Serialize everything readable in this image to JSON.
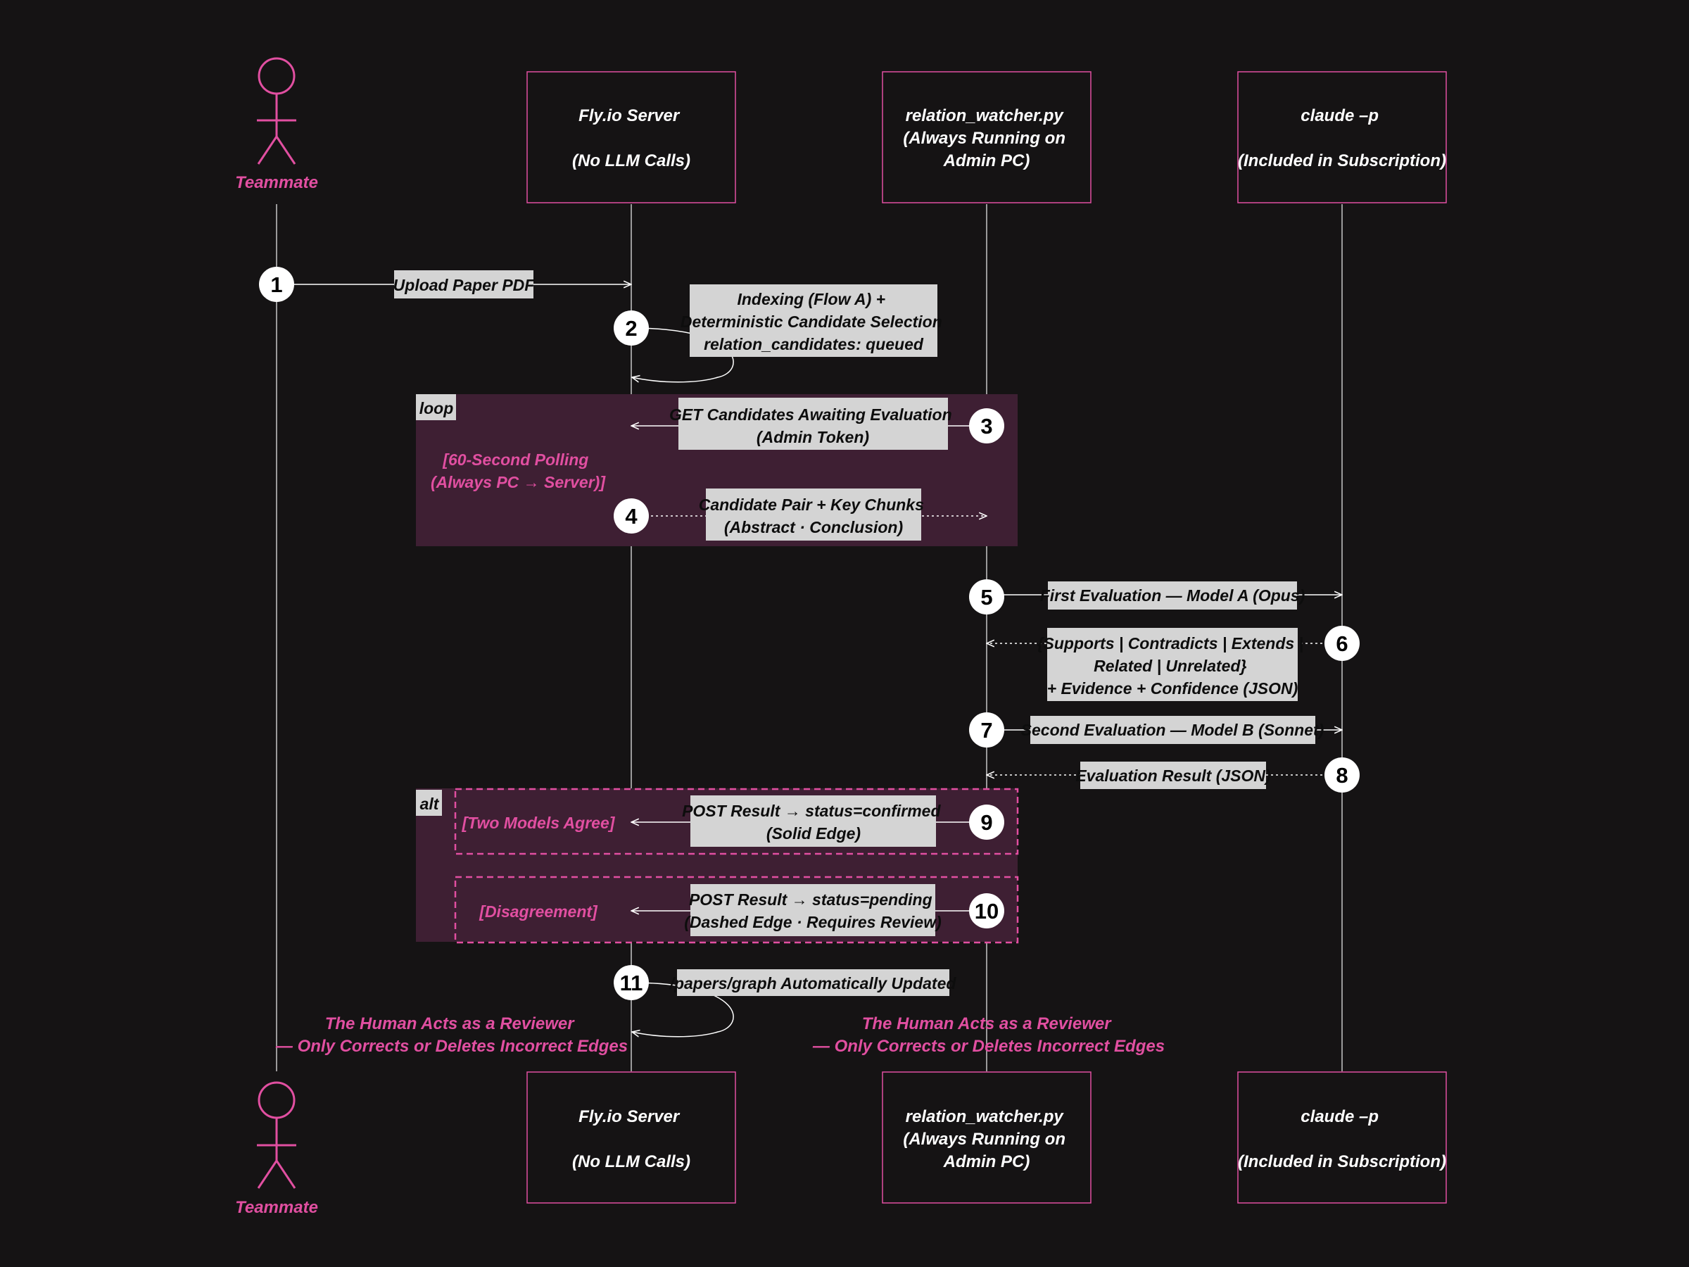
{
  "participants": [
    {
      "id": "teammate",
      "kind": "actor",
      "label": "Teammate"
    },
    {
      "id": "server",
      "kind": "box",
      "lines": [
        "Fly.io Server",
        "",
        "(No LLM Calls)"
      ]
    },
    {
      "id": "watcher",
      "kind": "box",
      "lines": [
        "relation_watcher.py",
        "(Always Running on",
        "Admin PC)"
      ]
    },
    {
      "id": "claude",
      "kind": "box",
      "lines": [
        "claude –p",
        "",
        "(Included in Subscription)"
      ]
    }
  ],
  "fragments": {
    "loop": {
      "tag": "loop",
      "condition": [
        "[60-Second Polling",
        "(Always PC → Server)]"
      ]
    },
    "alt": {
      "tag": "alt",
      "branches": [
        {
          "condition": "[Two Models Agree]"
        },
        {
          "condition": "[Disagreement]"
        }
      ]
    }
  },
  "messages": [
    {
      "num": "1",
      "label": [
        "Upload Paper PDF"
      ],
      "from": "teammate",
      "to": "server",
      "style": "solid"
    },
    {
      "num": "2",
      "label": [
        "Indexing (Flow A) +",
        "Deterministic Candidate Selection",
        "relation_candidates: queued"
      ],
      "from": "server",
      "to": "server",
      "style": "self"
    },
    {
      "num": "3",
      "label": [
        "GET Candidates Awaiting Evaluation",
        "(Admin Token)"
      ],
      "from": "watcher",
      "to": "server",
      "style": "solid"
    },
    {
      "num": "4",
      "label": [
        "Candidate Pair + Key Chunks",
        "(Abstract · Conclusion)"
      ],
      "from": "server",
      "to": "watcher",
      "style": "dotted"
    },
    {
      "num": "5",
      "label": [
        "First Evaluation — Model A (Opus)"
      ],
      "from": "watcher",
      "to": "claude",
      "style": "solid"
    },
    {
      "num": "6",
      "label": [
        "{Supports | Contradicts | Extends |",
        "Related | Unrelated}",
        "+ Evidence + Confidence (JSON)"
      ],
      "from": "claude",
      "to": "watcher",
      "style": "dotted"
    },
    {
      "num": "7",
      "label": [
        "Second Evaluation — Model B (Sonnet)"
      ],
      "from": "watcher",
      "to": "claude",
      "style": "solid"
    },
    {
      "num": "8",
      "label": [
        "Evaluation Result (JSON)"
      ],
      "from": "claude",
      "to": "watcher",
      "style": "dotted"
    },
    {
      "num": "9",
      "label": [
        "POST Result → status=confirmed",
        "(Solid Edge)"
      ],
      "from": "watcher",
      "to": "server",
      "style": "solid"
    },
    {
      "num": "10",
      "label": [
        "POST Result → status=pending",
        "(Dashed Edge · Requires Review)"
      ],
      "from": "watcher",
      "to": "server",
      "style": "solid"
    },
    {
      "num": "11",
      "label": [
        "/papers/graph Automatically Updated"
      ],
      "from": "server",
      "to": "server",
      "style": "self"
    }
  ],
  "notes": [
    {
      "lines": [
        "The Human Acts as a Reviewer",
        "— Only Corrects or Deletes Incorrect Edges"
      ]
    },
    {
      "lines": [
        "The Human Acts as a Reviewer",
        "— Only Corrects or Deletes Incorrect Edges"
      ]
    }
  ],
  "colors": {
    "background": "#151314",
    "accent": "#e14fa1",
    "fragment_fill": "#3e1f33",
    "lifeline": "#c8c8c8",
    "label_bg": "#d4d4d4"
  }
}
